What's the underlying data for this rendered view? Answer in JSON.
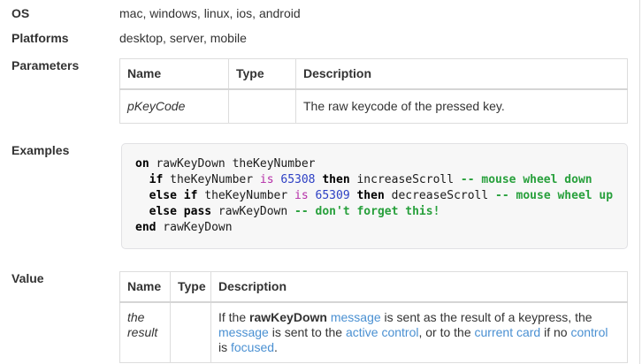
{
  "sections": {
    "os": {
      "label": "OS",
      "value": "mac, windows, linux, ios, android"
    },
    "platforms": {
      "label": "Platforms",
      "value": "desktop, server, mobile"
    },
    "parameters": {
      "label": "Parameters",
      "table": {
        "headers": [
          "Name",
          "Type",
          "Description"
        ],
        "rows": [
          {
            "name": "pKeyCode",
            "type": "",
            "description": "The raw keycode of the pressed key."
          }
        ]
      }
    },
    "examples": {
      "label": "Examples",
      "code_lines": [
        [
          {
            "t": "on",
            "c": "keyword"
          },
          {
            "t": " rawKeyDown theKeyNumber",
            "c": "plain"
          }
        ],
        [
          {
            "t": "  ",
            "c": "plain"
          },
          {
            "t": "if",
            "c": "keyword"
          },
          {
            "t": " theKeyNumber ",
            "c": "plain"
          },
          {
            "t": "is",
            "c": "operator"
          },
          {
            "t": " ",
            "c": "plain"
          },
          {
            "t": "65308",
            "c": "number"
          },
          {
            "t": " ",
            "c": "plain"
          },
          {
            "t": "then",
            "c": "keyword"
          },
          {
            "t": " increaseScroll ",
            "c": "plain"
          },
          {
            "t": "-- mouse wheel down",
            "c": "comment"
          }
        ],
        [
          {
            "t": "  ",
            "c": "plain"
          },
          {
            "t": "else",
            "c": "keyword"
          },
          {
            "t": " ",
            "c": "plain"
          },
          {
            "t": "if",
            "c": "keyword"
          },
          {
            "t": " theKeyNumber ",
            "c": "plain"
          },
          {
            "t": "is",
            "c": "operator"
          },
          {
            "t": " ",
            "c": "plain"
          },
          {
            "t": "65309",
            "c": "number"
          },
          {
            "t": " ",
            "c": "plain"
          },
          {
            "t": "then",
            "c": "keyword"
          },
          {
            "t": " decreaseScroll ",
            "c": "plain"
          },
          {
            "t": "-- mouse wheel up",
            "c": "comment"
          }
        ],
        [
          {
            "t": "  ",
            "c": "plain"
          },
          {
            "t": "else",
            "c": "keyword"
          },
          {
            "t": " ",
            "c": "plain"
          },
          {
            "t": "pass",
            "c": "keyword"
          },
          {
            "t": " rawKeyDown ",
            "c": "plain"
          },
          {
            "t": "-- don't forget this!",
            "c": "comment"
          }
        ],
        [
          {
            "t": "end",
            "c": "keyword"
          },
          {
            "t": " rawKeyDown",
            "c": "plain"
          }
        ]
      ]
    },
    "value": {
      "label": "Value",
      "table": {
        "headers": [
          "Name",
          "Type",
          "Description"
        ],
        "rows": [
          {
            "name": "the result",
            "type": "",
            "description_segments": [
              {
                "text": "If the ",
                "style": "plain"
              },
              {
                "text": "rawKeyDown",
                "style": "bold"
              },
              {
                "text": " ",
                "style": "plain"
              },
              {
                "text": "message",
                "style": "link"
              },
              {
                "text": " is sent as the result of a keypress, the ",
                "style": "plain"
              },
              {
                "text": "message",
                "style": "link"
              },
              {
                "text": " is sent to the ",
                "style": "plain"
              },
              {
                "text": "active control",
                "style": "link"
              },
              {
                "text": ", or to the ",
                "style": "plain"
              },
              {
                "text": "current card",
                "style": "link"
              },
              {
                "text": " if no ",
                "style": "plain"
              },
              {
                "text": "control",
                "style": "link"
              },
              {
                "text": " is ",
                "style": "plain"
              },
              {
                "text": "focused",
                "style": "link"
              },
              {
                "text": ".",
                "style": "plain"
              }
            ]
          }
        ]
      }
    }
  },
  "colors": {
    "text": "#333333",
    "link": "#4a90d2",
    "table_border": "#dddddd",
    "code_background": "#f7f7f7",
    "code_border": "#e1e1e4",
    "code_keyword": "#000000",
    "code_operator": "#b52ea8",
    "code_number": "#2c3fc4",
    "code_comment": "#28a03c"
  }
}
